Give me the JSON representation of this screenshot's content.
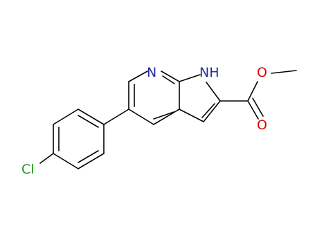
{
  "atoms": {
    "pyridine_n": {
      "label": "N",
      "color": "#2a2aa0"
    },
    "pyrrole_nh": {
      "label": "NH",
      "color": "#2a2aa0"
    },
    "ester_o_single": {
      "label": "O",
      "color": "#e00000"
    },
    "ester_o_double": {
      "label": "O",
      "color": "#e00000"
    },
    "chlorine": {
      "label": "Cl",
      "color": "#1a9a1a"
    }
  }
}
